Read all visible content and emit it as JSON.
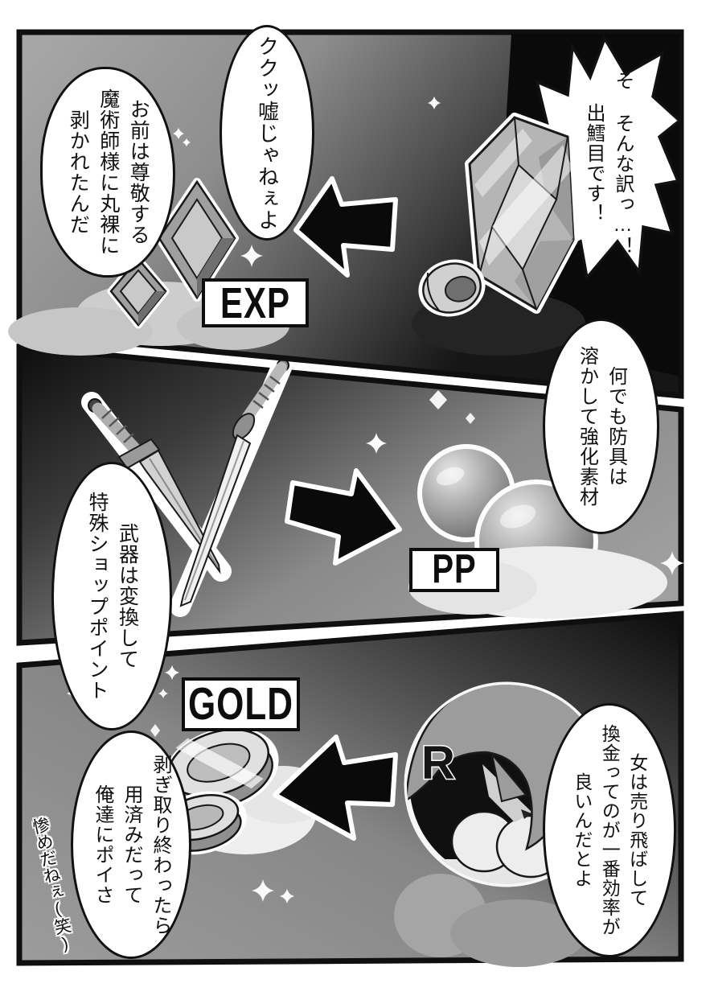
{
  "colors": {
    "ink": "#111111",
    "paper": "#ffffff"
  },
  "panel1": {
    "label": "EXP",
    "bubble_denial": "そ そんな訳っ…！\n出鱈目です！",
    "bubble_chuckle": "ククッ嘘じゃねぇよ",
    "bubble_stripped": "お前は尊敬する\n魔術師様に丸裸に\n剥かれたんだ"
  },
  "panel2": {
    "label": "PP",
    "bubble_armor": "何でも防具は\n溶かして強化素材",
    "bubble_weapons": "武器は変換して\n特殊ショップポイント"
  },
  "panel3": {
    "label": "GOLD",
    "bubble_sell": "女は売り飛ばして\n換金ってのが一番効率が\n良いんだとよ",
    "bubble_discard": "剥ぎ取り終わったら\n用済みだって\n俺達にポイさ",
    "aside": "惨めだねぇ(笑)",
    "circle_letter": "R"
  }
}
